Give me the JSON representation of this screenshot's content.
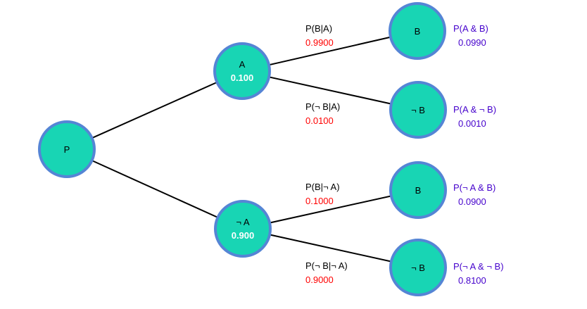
{
  "colors": {
    "node_fill": "#18d5b4",
    "node_border": "#5585d5",
    "edge_line": "#000000",
    "node_label_text": "#000000",
    "node_value_text": "#ffffff",
    "conditional_label_text": "#000000",
    "conditional_value_text": "#ff0000",
    "joint_label_text": "#4400cc",
    "background": "#ffffff"
  },
  "nodes": {
    "p": {
      "label": "P"
    },
    "a": {
      "label": "A",
      "value": "0.100"
    },
    "not_a": {
      "label": "¬ A",
      "value": "0.900"
    },
    "a_b": {
      "label": "B"
    },
    "a_notb": {
      "label": "¬ B"
    },
    "nota_b": {
      "label": "B"
    },
    "nota_notb": {
      "label": "¬ B"
    }
  },
  "branch_labels": {
    "b_given_a": {
      "label": "P(B|A)",
      "value": "0.9900"
    },
    "notb_given_a": {
      "label": "P(¬ B|A)",
      "value": "0.0100"
    },
    "b_given_nota": {
      "label": "P(B|¬ A)",
      "value": "0.1000"
    },
    "notb_given_nota": {
      "label": "P(¬ B|¬ A)",
      "value": "0.9000"
    }
  },
  "joint_labels": {
    "a_and_b": {
      "label": "P(A & B)",
      "value": "0.0990"
    },
    "a_and_notb": {
      "label": "P(A & ¬ B)",
      "value": "0.0010"
    },
    "nota_and_b": {
      "label": "P(¬ A & B)",
      "value": "0.0900"
    },
    "nota_and_notb": {
      "label": "P(¬ A & ¬ B)",
      "value": "0.8100"
    }
  }
}
